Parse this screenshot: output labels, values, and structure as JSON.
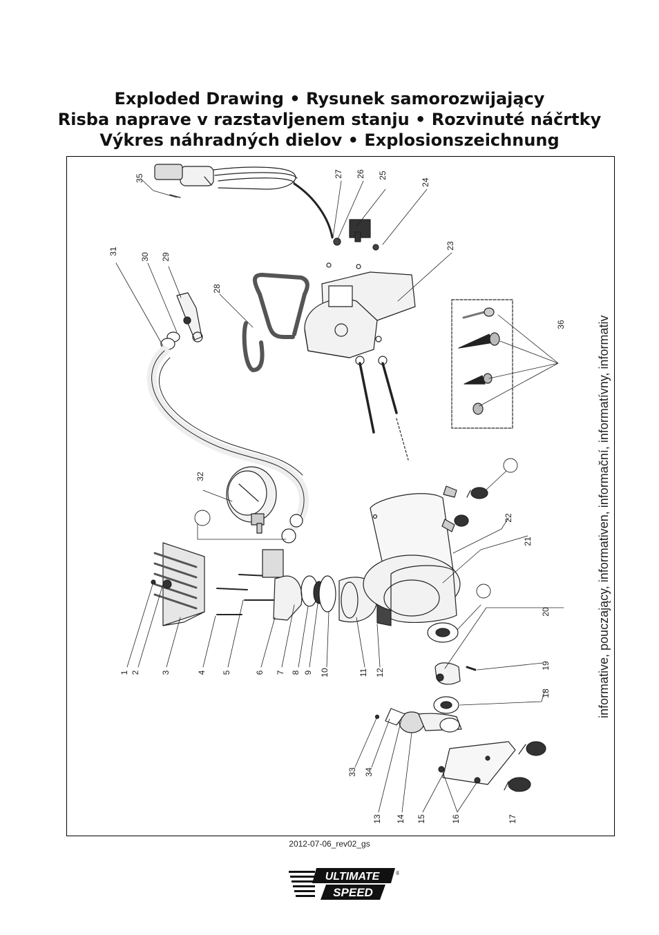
{
  "header": {
    "title_lines": [
      "Exploded Drawing • Rysunek samorozwijający",
      "Risba naprave v razstavljenem stanju • Rozvinuté náčrtky",
      "Výkres náhradných dielov • Explosionszeichnung"
    ]
  },
  "side_text": "informative, pouczający, informativen, informační, informatívny, informativ",
  "footer": {
    "date": "2012-07-06_rev02_gs",
    "logo": {
      "line1": "ULTIMATE",
      "line2": "SPEED",
      "mark": "®"
    }
  },
  "colors": {
    "line": "#222222",
    "fill": "#f2f2f2",
    "dark": "#333333"
  },
  "callouts": [
    {
      "n": "1"
    },
    {
      "n": "2"
    },
    {
      "n": "3"
    },
    {
      "n": "4"
    },
    {
      "n": "5"
    },
    {
      "n": "6"
    },
    {
      "n": "7"
    },
    {
      "n": "8"
    },
    {
      "n": "9"
    },
    {
      "n": "10"
    },
    {
      "n": "11"
    },
    {
      "n": "12"
    },
    {
      "n": "33"
    },
    {
      "n": "34"
    },
    {
      "n": "13"
    },
    {
      "n": "14"
    },
    {
      "n": "15"
    },
    {
      "n": "16"
    },
    {
      "n": "17"
    },
    {
      "n": "18"
    },
    {
      "n": "19"
    },
    {
      "n": "20"
    },
    {
      "n": "18"
    },
    {
      "n": "21"
    },
    {
      "n": "22"
    },
    {
      "n": "17"
    },
    {
      "n": "32"
    },
    {
      "n": "30"
    },
    {
      "n": "31"
    },
    {
      "n": "30"
    },
    {
      "n": "29"
    },
    {
      "n": "28"
    },
    {
      "n": "23"
    },
    {
      "n": "24"
    },
    {
      "n": "25"
    },
    {
      "n": "26"
    },
    {
      "n": "27"
    },
    {
      "n": "35"
    },
    {
      "n": "36"
    }
  ]
}
